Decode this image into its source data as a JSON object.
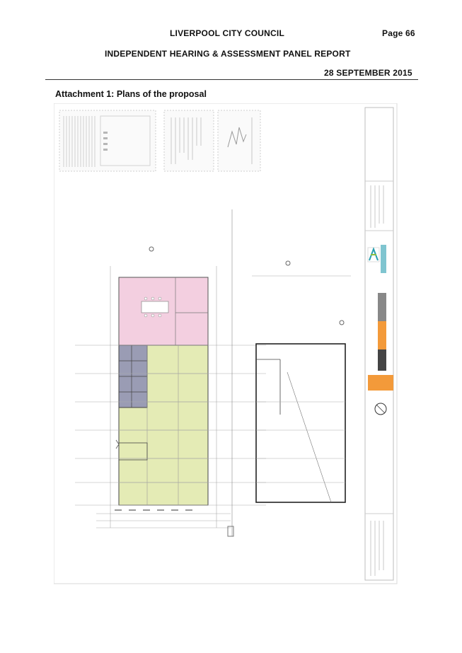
{
  "header": {
    "council": "LIVERPOOL CITY COUNCIL",
    "page": "Page 66",
    "panel": "INDEPENDENT HEARING & ASSESSMENT PANEL REPORT",
    "date": "28 SEPTEMBER 2015"
  },
  "attachment": {
    "title": "Attachment 1: Plans of the proposal"
  },
  "drawing": {
    "title_block": "Liverpool City Council",
    "colors": {
      "office": "#f3cfe0",
      "warehouse": "#dfe8a8",
      "amenities": "#9a9cb4",
      "accent_orange": "#f39a3a",
      "accent_green": "#8bbf3f"
    }
  }
}
